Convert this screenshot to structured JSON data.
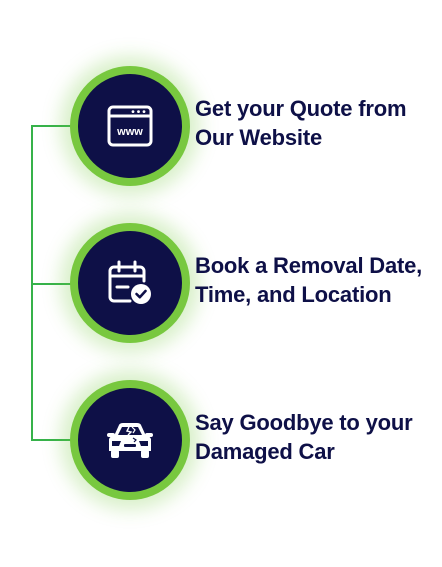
{
  "steps": [
    {
      "icon": "www-browser-icon",
      "title_lines": [
        "Get your Quote from",
        "Our Website"
      ],
      "icon_text": "www"
    },
    {
      "icon": "calendar-check-icon",
      "title_lines": [
        "Book a Removal Date,",
        "Time, and Location"
      ]
    },
    {
      "icon": "damaged-car-icon",
      "title_lines": [
        "Say Goodbye to your",
        "Damaged Car"
      ]
    }
  ],
  "colors": {
    "navy": "#0e1047",
    "ring_green": "#78c83f",
    "line_green": "#36b24a",
    "background": "#ffffff"
  }
}
